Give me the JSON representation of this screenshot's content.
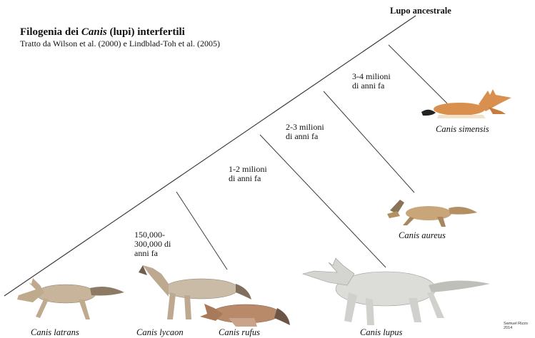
{
  "header": {
    "title_pre": "Filogenia dei ",
    "title_genus": "Canis",
    "title_post": " (lupi) interfertili",
    "subtitle": "Tratto da Wilson et al. (2000) e Lindblad-Toh et al. (2005)"
  },
  "tree": {
    "root_label": "Lupo ancestrale",
    "time_labels": [
      {
        "line1": "3-4 milioni",
        "line2": "di anni fa"
      },
      {
        "line1": "2-3 milioni",
        "line2": "di anni fa"
      },
      {
        "line1": "1-2 milioni",
        "line2": "di anni fa"
      },
      {
        "line1": "150,000-",
        "line2": "300,000 di",
        "line3": "anni fa"
      }
    ]
  },
  "species": [
    {
      "name": "Canis simensis",
      "coat": "orange-red"
    },
    {
      "name": "Canis aureus",
      "coat": "golden"
    },
    {
      "name": "Canis lupus",
      "coat": "grey-white"
    },
    {
      "name": "Canis latrans",
      "coat": "grey-tan"
    },
    {
      "name": "Canis lycaon",
      "coat": "grey-tan"
    },
    {
      "name": "Canis rufus",
      "coat": "reddish-grey"
    }
  ],
  "signature": {
    "name": "Samuel Rizzo",
    "year": "2014"
  },
  "colors": {
    "line": "#3a3a3a",
    "simensis": "#d9904e",
    "aureus": "#c9a57a",
    "lupus": "#dcdcd8",
    "latrans": "#c7b49a",
    "rufus": "#b98a6a"
  }
}
